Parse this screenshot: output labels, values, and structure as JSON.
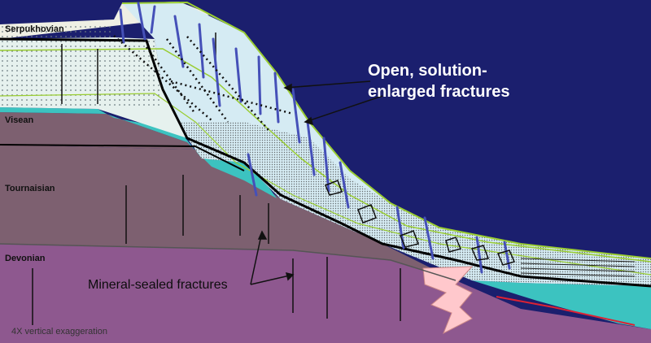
{
  "units": {
    "serpukhovian": "Serpukhovian",
    "visean": "Visean",
    "tournaisian": "Tournaisian",
    "devonian": "Devonian"
  },
  "annotations": {
    "open_fractures_line1": "Open, solution-",
    "open_fractures_line2": "enlarged fractures",
    "mineral_sealed": "Mineral-sealed fractures",
    "exaggeration_note": "4X vertical exaggeration"
  },
  "colors": {
    "background": "#1b1f6e",
    "serpukhovian": "#e6f1ee",
    "visean_upper": "#efefe4",
    "slope_breccia": "#d5ebf3",
    "tournaisian": "#7d6070",
    "devonian": "#8e588f",
    "cyan_bed": "#3cc3c0",
    "fracture_open": "#4550b8",
    "green_line": "#9acd32",
    "breccia_pink": "#ffc8cc"
  }
}
